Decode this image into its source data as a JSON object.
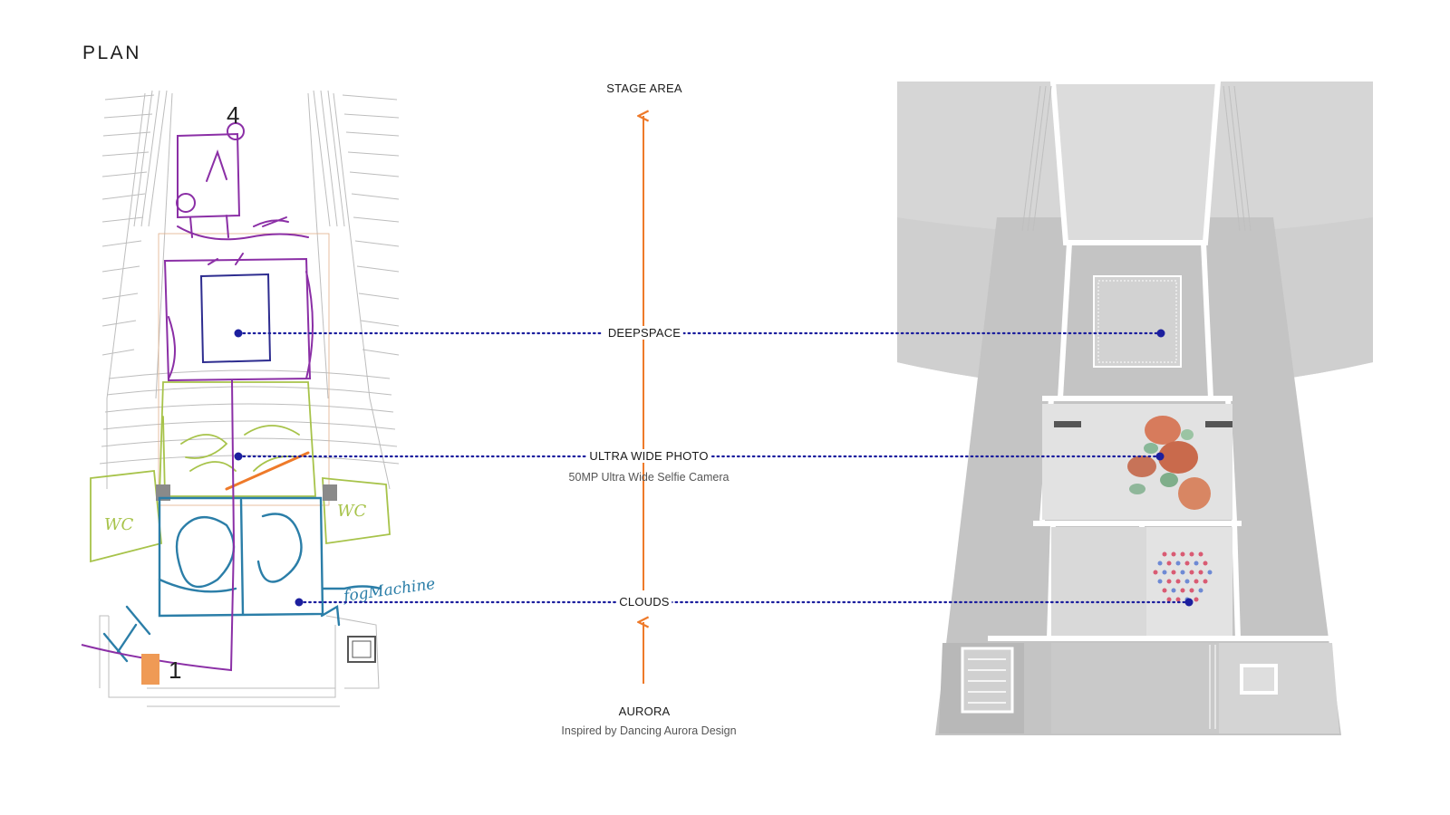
{
  "page_title": "PLAN",
  "colors": {
    "arrow": "#ee7a2a",
    "dotted_line": "#1c1f9e",
    "sketch_purple": "#8b2fa6",
    "sketch_blue": "#2b7ea8",
    "sketch_green": "#a7c34a",
    "sketch_orange": "#ef9a55"
  },
  "sketch": {
    "wc_left": "WC",
    "wc_right": "WC",
    "marker_top": "4",
    "marker_bottom": "1",
    "annotation": "fogMachine"
  },
  "labels": {
    "stage_area": "STAGE AREA",
    "deepspace": "DEEPSPACE",
    "ultra_wide_photo": "ULTRA WIDE PHOTO",
    "ultra_wide_sub": "50MP Ultra Wide Selfie Camera",
    "clouds": "CLOUDS",
    "aurora": "AURORA",
    "aurora_sub": "Inspired by Dancing Aurora Design"
  }
}
